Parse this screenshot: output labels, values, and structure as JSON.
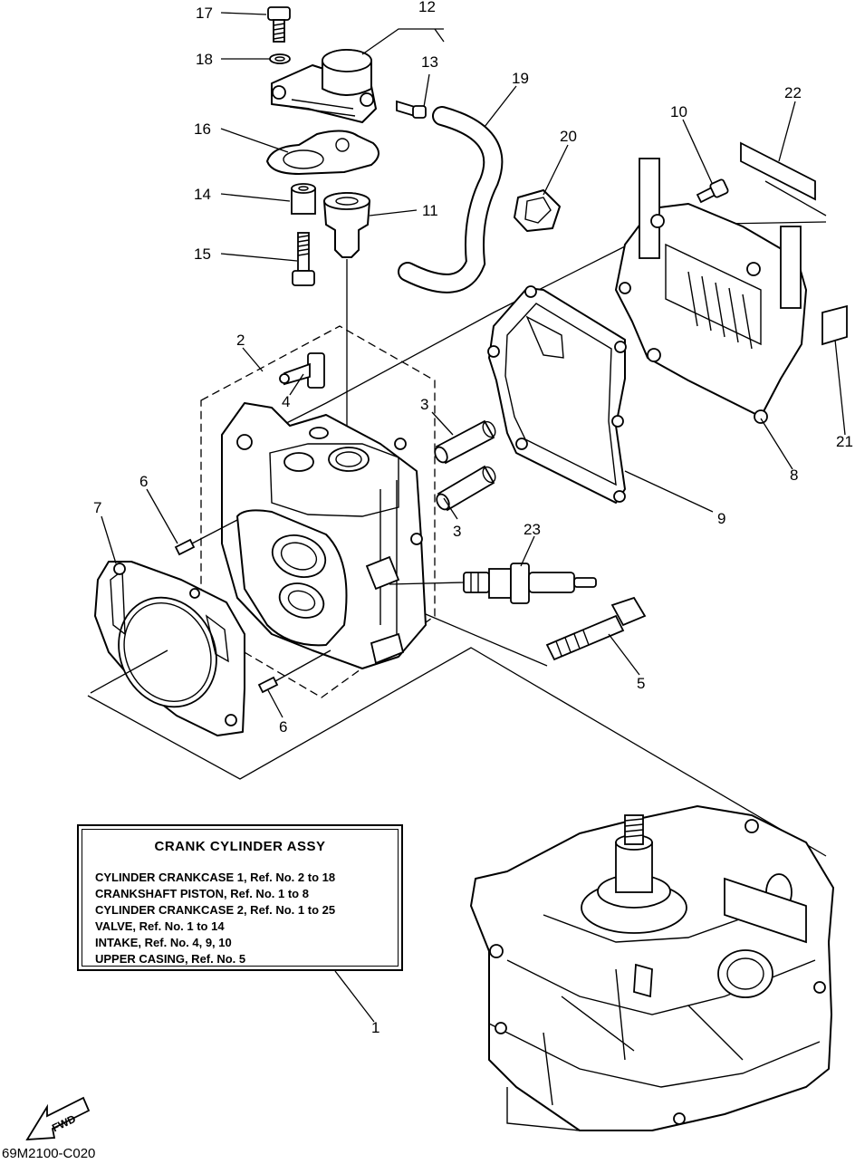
{
  "callouts": {
    "c1": "1",
    "c2": "2",
    "c3a": "3",
    "c3b": "3",
    "c4": "4",
    "c5": "5",
    "c6a": "6",
    "c6b": "6",
    "c7": "7",
    "c8": "8",
    "c9": "9",
    "c10": "10",
    "c11": "11",
    "c12": "12",
    "c13": "13",
    "c14": "14",
    "c15": "15",
    "c16": "16",
    "c17": "17",
    "c18": "18",
    "c19": "19",
    "c20": "20",
    "c21": "21",
    "c22": "22",
    "c23": "23"
  },
  "info_box": {
    "title": "CRANK CYLINDER ASSY",
    "lines": [
      "CYLINDER CRANKCASE 1,  Ref. No. 2 to 18",
      "CRANKSHAFT PISTON,  Ref. No. 1 to 8",
      "CYLINDER CRANKCASE 2,  Ref. No. 1 to 25",
      "VALVE,  Ref. No. 1 to 14",
      "INTAKE,  Ref. No. 4, 9, 10",
      "UPPER CASING,  Ref. No. 5"
    ]
  },
  "fwd_label": "FWD",
  "diagram_code": "69M2100-C020"
}
